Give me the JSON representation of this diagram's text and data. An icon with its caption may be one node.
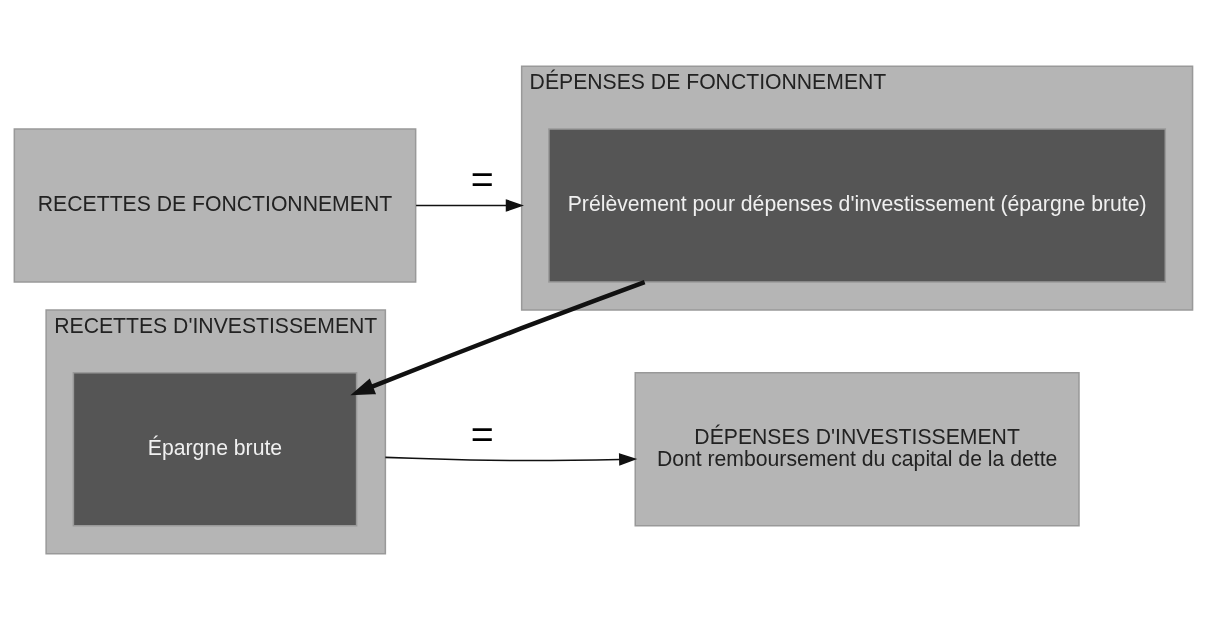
{
  "diagram": {
    "nodes": [
      {
        "text": [
          "RECETTES DE FONCTIONNEMENT"
        ]
      },
      {
        "text": [
          "DÉPENSES DE FONCTIONNEMENT"
        ]
      },
      {
        "text": [
          "Prélèvement pour dépenses d'investissement (épargne brute)"
        ],
        "in": 1
      },
      {
        "text": [
          "RECETTES D'INVESTISSEMENT"
        ]
      },
      {
        "text": [
          "Épargne brute"
        ],
        "in": 3
      },
      {
        "text": [
          "DÉPENSES D'INVESTISSEMENT",
          "Dont remboursement du capital de la dette"
        ]
      }
    ],
    "edges": [
      {
        "from": 0,
        "to": 1,
        "arrow": "to",
        "label": "="
      },
      {
        "from": 2,
        "to": 4,
        "arrow": "to",
        "style": "thick"
      },
      {
        "from": 3,
        "to": 5,
        "arrow": "to",
        "label": "="
      }
    ]
  }
}
